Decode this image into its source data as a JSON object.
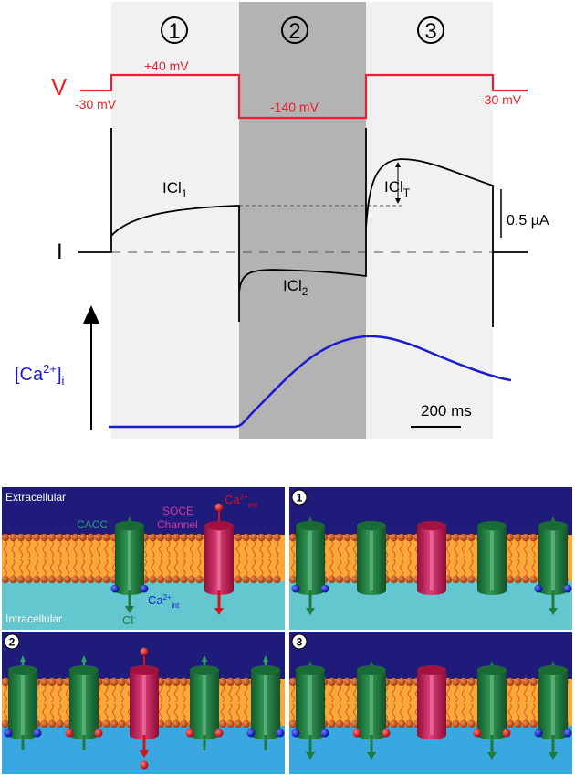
{
  "colors": {
    "voltage": "#e8212a",
    "current": "#000000",
    "calcium": "#1c1ccf",
    "phase1_bg": "#f1f1f1",
    "phase2_bg": "#b3b3b3",
    "phase3_bg": "#f1f1f1",
    "extracellular": "#1f1b7a",
    "intracellular_rest": "#64c6cf",
    "intracellular_active": "#3aa8e0",
    "membrane": "#f8a93a",
    "lipid_head": "#c8541e",
    "cacc": "#1f7a3c",
    "soce": "#c0174f",
    "ca_int": "#1a23c8",
    "ca_ext": "#d4141a"
  },
  "protocol": {
    "phases": [
      {
        "label": "1"
      },
      {
        "label": "2"
      },
      {
        "label": "3"
      }
    ],
    "voltage": {
      "axis_label": "V",
      "levels": {
        "holding_start": "-30 mV",
        "step1": "+40 mV",
        "step2": "-140 mV",
        "holding_end": "-30 mV"
      },
      "values_mV": [
        -30,
        40,
        -140,
        40,
        -30
      ]
    },
    "current": {
      "axis_label": "I",
      "labels": {
        "icl1": {
          "main": "ICl",
          "sub": "1"
        },
        "icl2": {
          "main": "ICl",
          "sub": "2"
        },
        "iclt": {
          "main": "ICl",
          "sub": "T"
        }
      },
      "scale_bar": "0.5 µA"
    },
    "calcium": {
      "axis_label": {
        "pre": "[Ca",
        "sup": "2+",
        "post": "]",
        "sub": "i"
      }
    },
    "time_scale_bar": "200 ms"
  },
  "panels": [
    {
      "id": "schematic",
      "labels": {
        "extracellular": "Extracellular",
        "intracellular": "Intracellular",
        "cacc": "CACC",
        "soce_line1": "SOCE",
        "soce_line2": "Channel",
        "ca_ext": {
          "main": "Ca",
          "sup": "2+",
          "sub": "ext"
        },
        "ca_int": {
          "main": "Ca",
          "sup": "2+",
          "sub": "int"
        },
        "cl": {
          "main": "Cl",
          "sup": "-"
        }
      }
    },
    {
      "id": "phase-1",
      "badge": "1"
    },
    {
      "id": "phase-2",
      "badge": "2"
    },
    {
      "id": "phase-3",
      "badge": "3"
    }
  ]
}
